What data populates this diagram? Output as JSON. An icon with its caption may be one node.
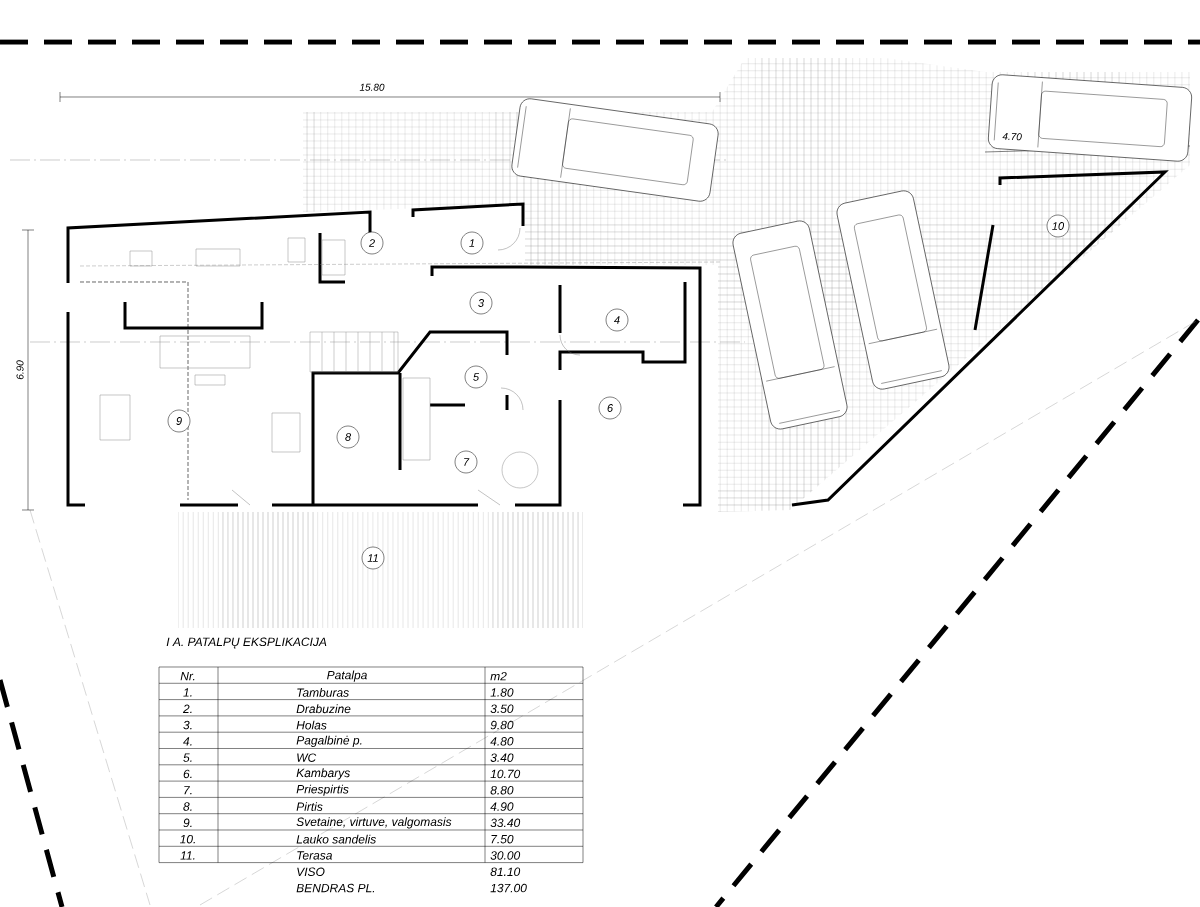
{
  "diagram": {
    "title": "I A. PATALPŲ EKSPLIKACIJA",
    "nodes": [
      {
        "text": [
          "1"
        ]
      },
      {
        "text": [
          "2"
        ]
      },
      {
        "text": [
          "3"
        ]
      },
      {
        "text": [
          "4"
        ]
      },
      {
        "text": [
          "5"
        ]
      },
      {
        "text": [
          "6"
        ]
      },
      {
        "text": [
          "7"
        ]
      },
      {
        "text": [
          "8"
        ]
      },
      {
        "text": [
          "9"
        ]
      },
      {
        "text": [
          "10"
        ]
      },
      {
        "text": [
          "11"
        ]
      }
    ],
    "labels": [
      "15.80",
      "4.70",
      "6.90",
      "Nr.",
      "Patalpa",
      "m2",
      "1.",
      "Tamburas",
      "1.80",
      "2.",
      "Drabuzine",
      "3.50",
      "3.",
      "Holas",
      "9.80",
      "4.",
      "Pagalbinė p.",
      "4.80",
      "5.",
      "WC",
      "3.40",
      "6.",
      "Kambarys",
      "10.70",
      "7.",
      "Priespirtis",
      "8.80",
      "8.",
      "Pirtis",
      "4.90",
      "9.",
      "Svetaine, virtuve, valgomasis",
      "33.40",
      "10.",
      "Lauko sandelis",
      "7.50",
      "11.",
      "Terasa",
      "30.00",
      "VISO",
      "81.10",
      "BENDRAS PL.",
      "137.00"
    ]
  }
}
